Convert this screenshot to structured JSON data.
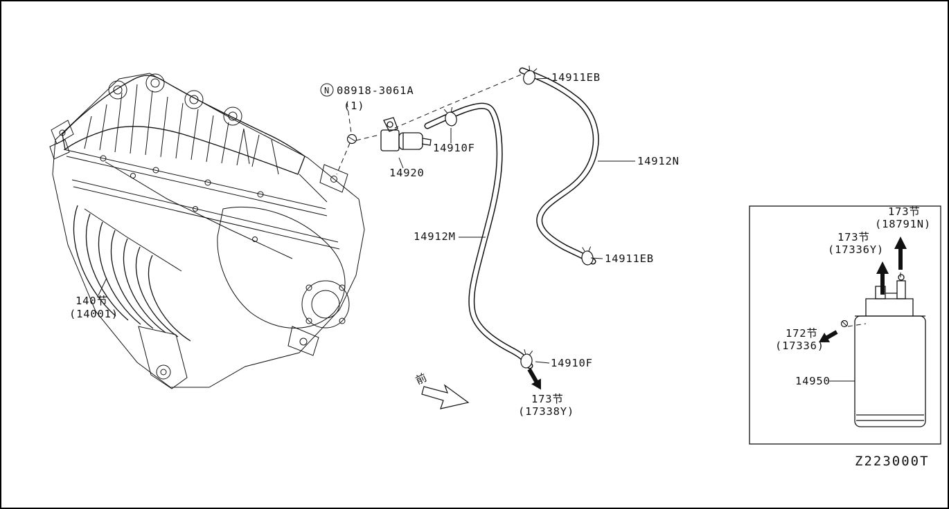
{
  "diagram": {
    "code": "Z223000T",
    "front_marker": "前",
    "parts": {
      "bolt": {
        "symbol": "N",
        "number": "08918-3061A",
        "qty": "(1)"
      },
      "purge_valve": "14920",
      "clamp_upper": "14910F",
      "clamp_lower": "14910F",
      "clamp_hose_upper": "14911EB",
      "clamp_hose_mid": "14911EB",
      "hose_upper": "14912N",
      "hose_lower": "14912M",
      "canister": "14950"
    },
    "references": {
      "manifold": {
        "sec": "140节",
        "part": "(14001)"
      },
      "sec_17338": {
        "sec": "173节",
        "part": "(17338Y)"
      },
      "sec_18791": {
        "sec": "173节",
        "part": "(18791N)"
      },
      "sec_17336y": {
        "sec": "173节",
        "part": "(17336Y)"
      },
      "sec_17336": {
        "sec": "172节",
        "part": "(17336)"
      }
    }
  }
}
